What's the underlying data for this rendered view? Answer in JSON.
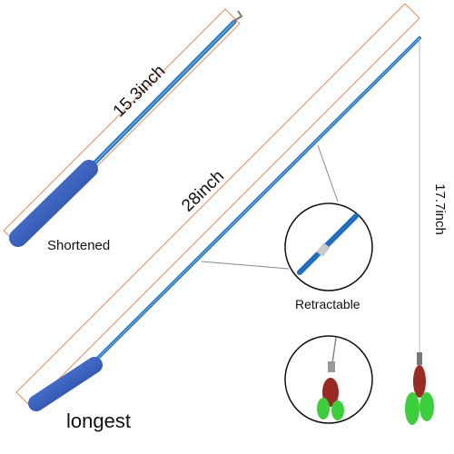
{
  "labels": {
    "short_length": "15.3inch",
    "short_caption": "Shortened",
    "long_length": "28inch",
    "long_caption": "longest",
    "string_length": "17.7inch",
    "retract_caption": "Retractable"
  },
  "colors": {
    "rod_blue": "#1e6fc0",
    "grip_blue": "#2f5fc4",
    "measure_orange": "#f08a5b",
    "feather_red": "#9a2a24",
    "feather_green": "#3ccf3c"
  },
  "icons": [
    "cat-teaser-rod-short",
    "cat-teaser-rod-long",
    "feather-lure",
    "zoom-circle-joint",
    "zoom-circle-feather"
  ]
}
